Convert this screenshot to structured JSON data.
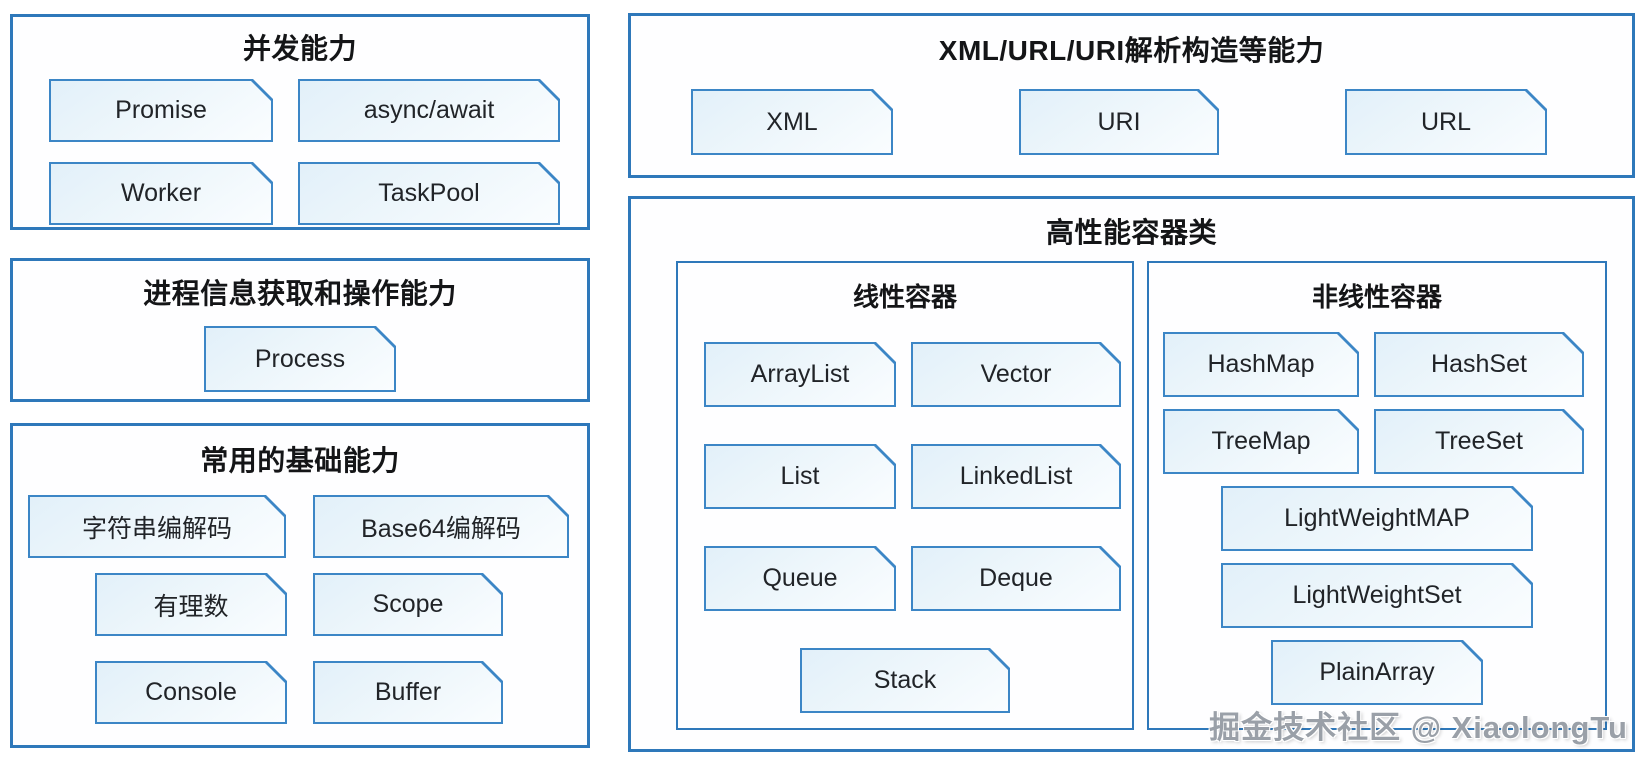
{
  "colors": {
    "panel_border": "#2e78ba",
    "chip_border": "#3c86c6",
    "chip_fill_top": "#e2f0f9",
    "chip_fill_bottom": "#fafdff",
    "title_text": "#141517",
    "chip_text": "#212428",
    "watermark_text": "#9aa0a8",
    "background": "#ffffff"
  },
  "panels": {
    "concurrency": {
      "title": "并发能力",
      "items": [
        "Promise",
        "async/await",
        "Worker",
        "TaskPool"
      ]
    },
    "process": {
      "title": "进程信息获取和操作能力",
      "items": [
        "Process"
      ]
    },
    "basics": {
      "title": "常用的基础能力",
      "items": [
        "字符串编解码",
        "Base64编解码",
        "有理数",
        "Scope",
        "Console",
        "Buffer"
      ]
    },
    "xml_url_uri": {
      "title": "XML/URL/URI解析构造等能力",
      "items": [
        "XML",
        "URI",
        "URL"
      ]
    },
    "containers": {
      "title": "高性能容器类",
      "linear": {
        "title": "线性容器",
        "items": [
          "ArrayList",
          "Vector",
          "List",
          "LinkedList",
          "Queue",
          "Deque",
          "Stack"
        ]
      },
      "nonlinear": {
        "title": "非线性容器",
        "items": [
          "HashMap",
          "HashSet",
          "TreeMap",
          "TreeSet",
          "LightWeightMAP",
          "LightWeightSet",
          "PlainArray"
        ]
      }
    }
  },
  "watermark": "掘金技术社区 @ XiaolongTu"
}
